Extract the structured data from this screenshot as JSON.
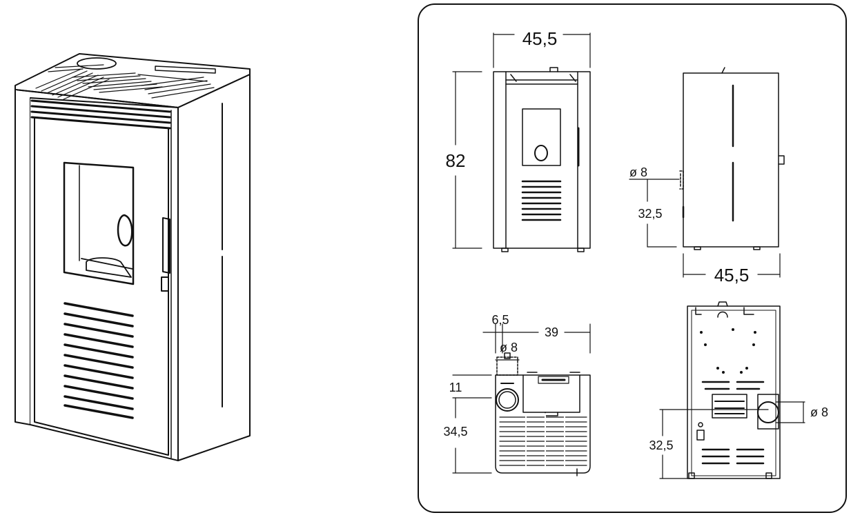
{
  "diagram": {
    "stroke_color": "#111111",
    "background": "#ffffff",
    "front_view": {
      "width": "45,5",
      "height": "82"
    },
    "side_view": {
      "outlet_diameter": "ø 8",
      "outlet_height": "32,5",
      "depth": "45,5"
    },
    "top_view": {
      "offset": "6,5",
      "span": "39",
      "diameter": "ø 8",
      "offset_top": "11",
      "offset_depth": "34,5"
    },
    "back_view": {
      "outlet_diameter": "ø 8",
      "outlet_height": "32,5"
    }
  }
}
